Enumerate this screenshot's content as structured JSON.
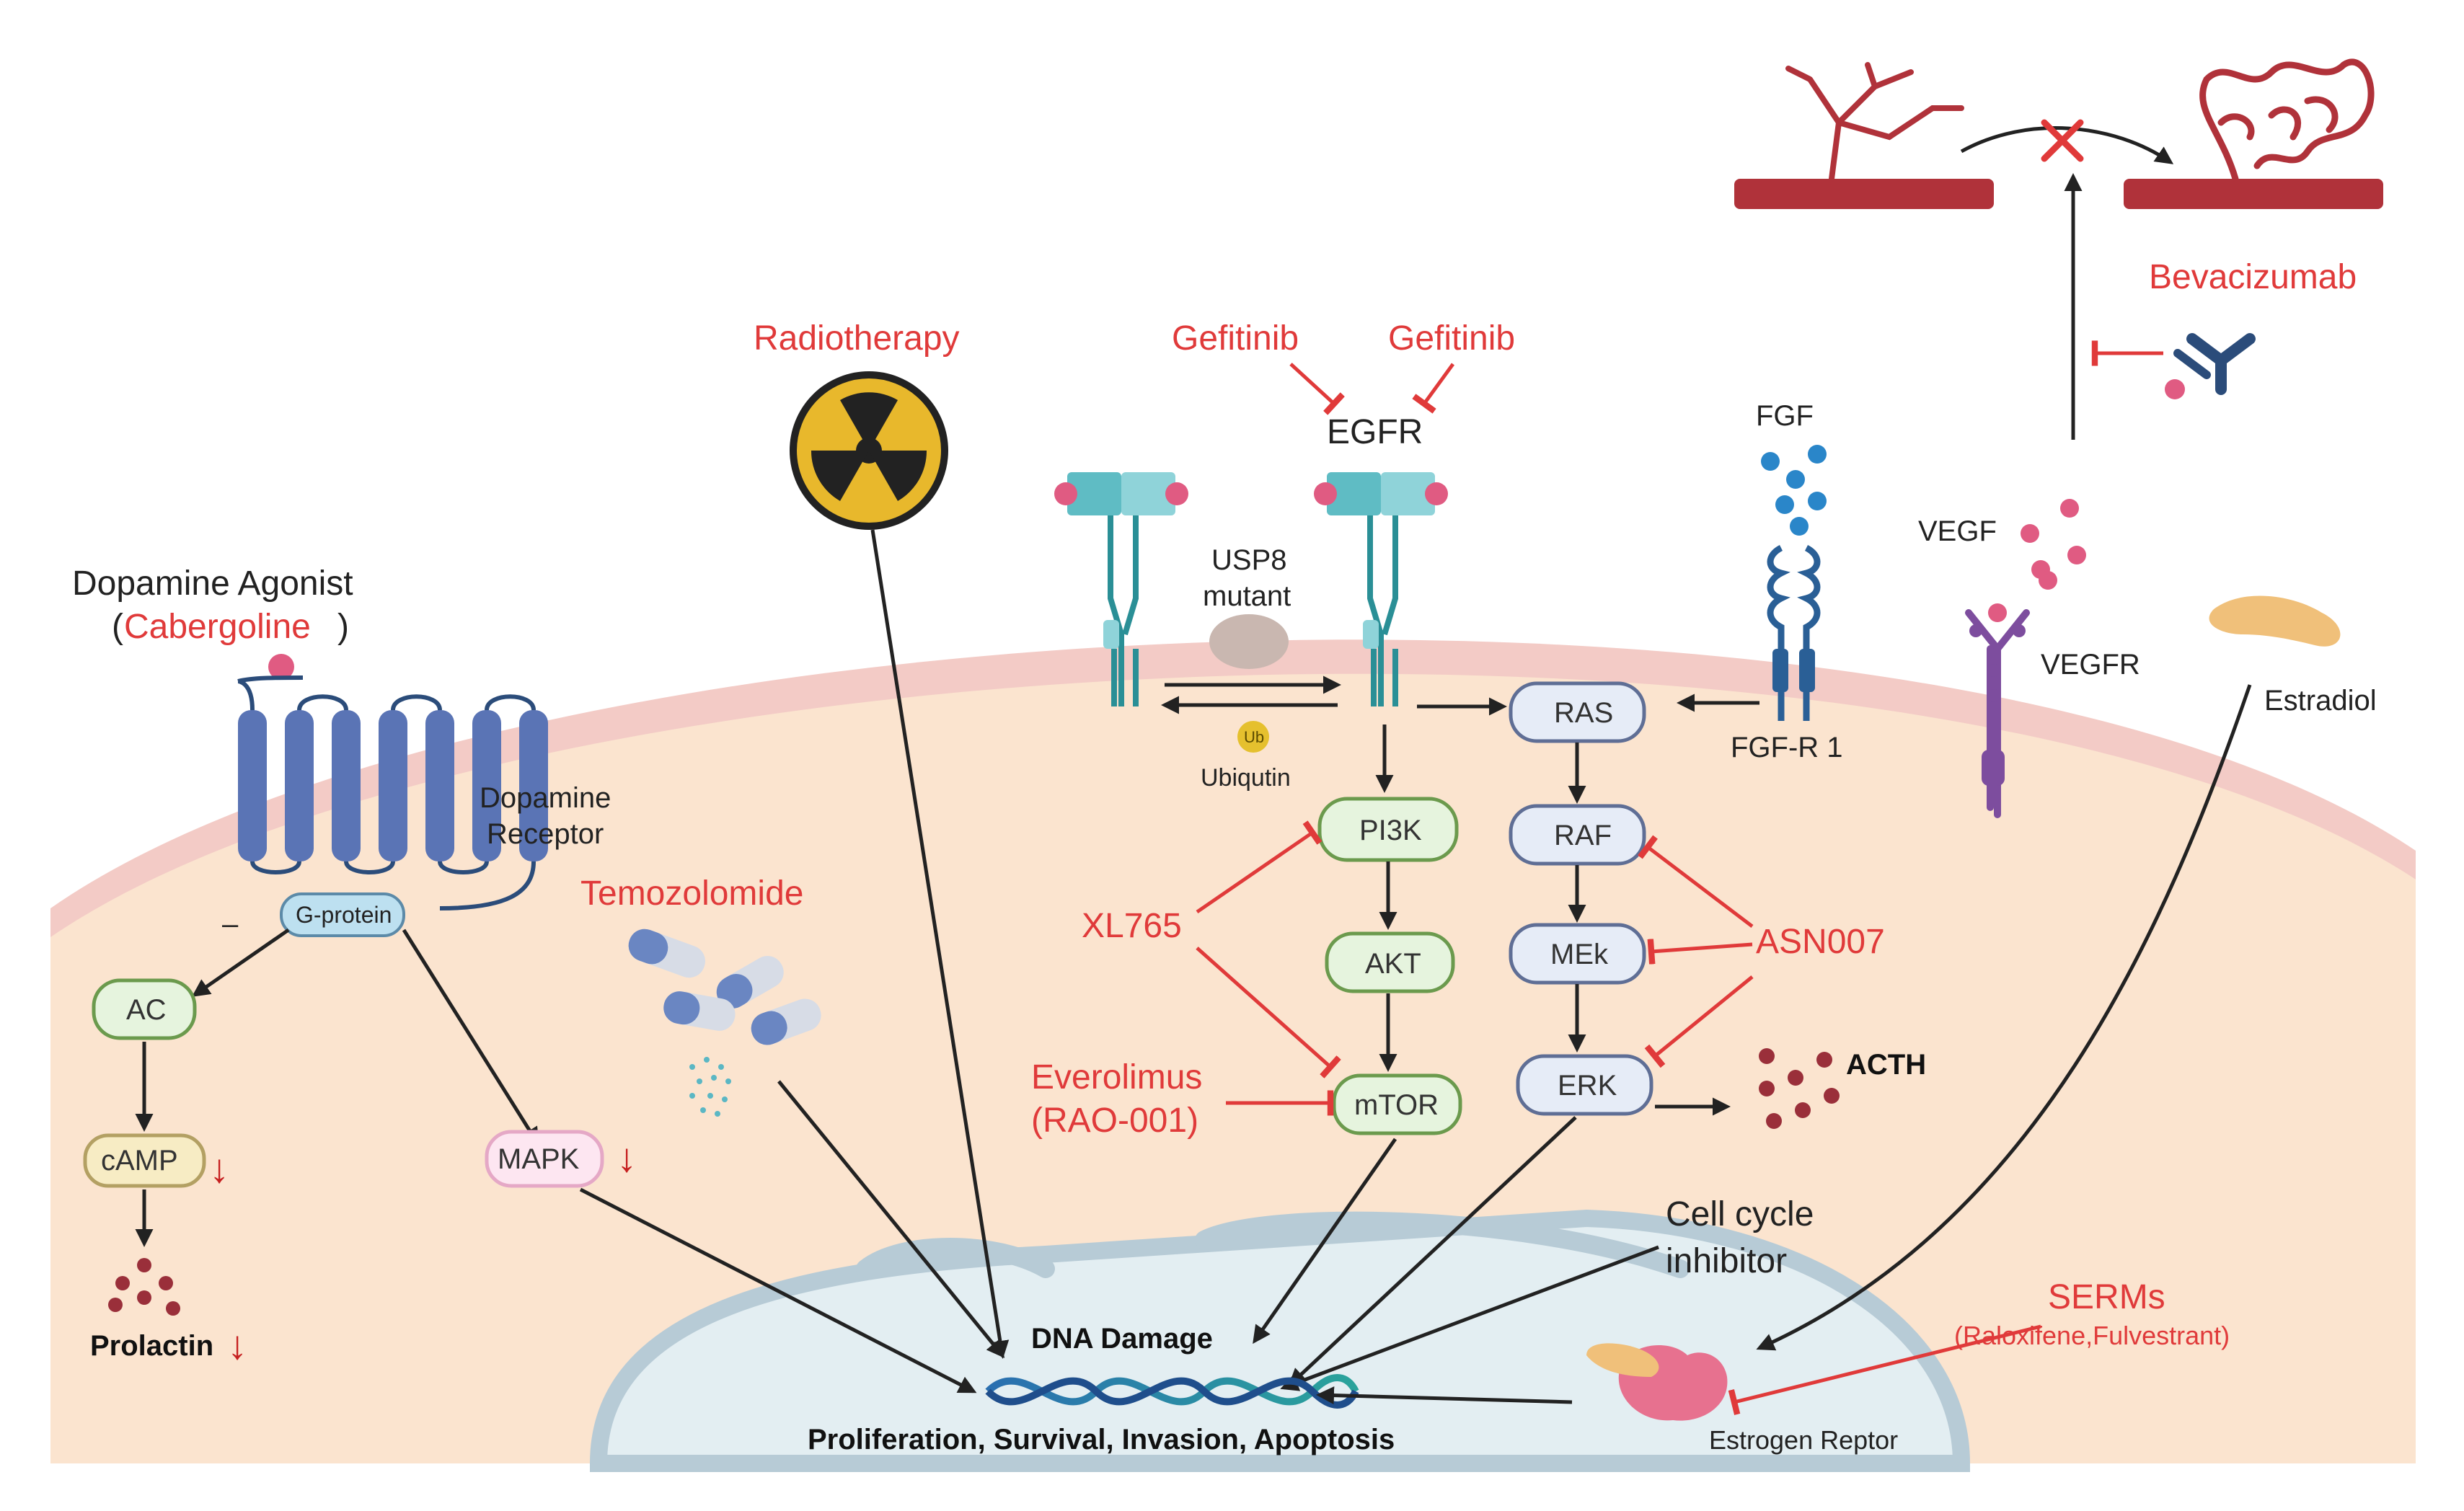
{
  "colors": {
    "drug_red": "#e03a3a",
    "cell_fill": "#fbe4cf",
    "membrane": "#f0c8c4",
    "nucleus_fill": "#e3eef2",
    "nucleus_border": "#b7cbd6",
    "node_green": "#e6f4de",
    "node_green_border": "#6b9a4d",
    "node_blue": "#e6ecf7",
    "node_blue_border": "#5f6e95",
    "node_pink": "#fde6f1",
    "node_yellow": "#f7ecc4",
    "vessel_red": "#b0323a"
  },
  "labels": {
    "dopamine_agonist": "Dopamine Agonist",
    "paren_open": "(",
    "cabergoline": "Cabergoline",
    "paren_close": ")",
    "dopamine_receptor_line1": "Dopamine",
    "dopamine_receptor_line2": "Receptor",
    "g_protein": "G-protein",
    "minus": "–",
    "ac": "AC",
    "camp": "cAMP",
    "prolactin": "Prolactin",
    "mapk": "MAPK",
    "down_arrow": "↓",
    "radiotherapy": "Radiotherapy",
    "temozolomide": "Temozolomide",
    "gefitinib_1": "Gefitinib",
    "gefitinib_2": "Gefitinib",
    "egfr": "EGFR",
    "usp8_line1": "USP8",
    "usp8_line2": "mutant",
    "ub": "Ub",
    "ubiquitin": "Ubiqutin",
    "fgf": "FGF",
    "fgfr1": "FGF-R 1",
    "vegf": "VEGF",
    "vegfr": "VEGFR",
    "bevacizumab": "Bevacizumab",
    "estradiol": "Estradiol",
    "pi3k": "PI3K",
    "akt": "AKT",
    "mtor": "mTOR",
    "ras": "RAS",
    "raf": "RAF",
    "mek": "MEk",
    "erk": "ERK",
    "acth": "ACTH",
    "xl765": "XL765",
    "asn007": "ASN007",
    "everolimus_line1": "Everolimus",
    "everolimus_line2": "(RAO-001)",
    "cell_cycle_line1": "Cell cycle",
    "cell_cycle_line2": "inhibitor",
    "serms": "SERMs",
    "serms_sub": "(Raloxifene,Fulvestrant)",
    "dna_damage": "DNA Damage",
    "outcomes": "Proliferation, Survival, Invasion, Apoptosis",
    "estrogen_receptor": "Estrogen Reptor"
  },
  "icons": {
    "radiation": "radiation-icon",
    "pills": "capsule-icon",
    "antibody": "antibody-icon",
    "dna": "dna-helix-icon",
    "blocked": "x-mark-icon"
  }
}
